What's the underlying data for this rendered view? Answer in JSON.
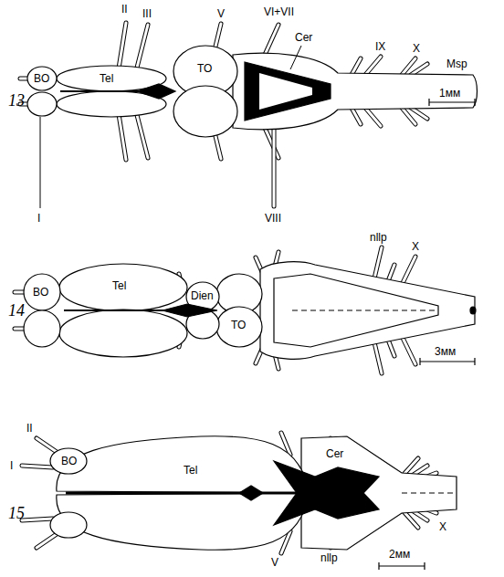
{
  "diagram": {
    "labels": [
      "II",
      "III",
      "V",
      "VI+VII",
      "Cer",
      "IX",
      "X",
      "Msp",
      "BO",
      "Tel",
      "TO",
      "13",
      "1мм",
      "I",
      "VIII",
      "nllp",
      "X",
      "BO",
      "Tel",
      "Dien",
      "TO",
      "14",
      "3мм",
      "I",
      "II",
      "BO",
      "Tel",
      "Cer",
      "X",
      "15",
      "V",
      "nllp",
      "2мм"
    ]
  }
}
